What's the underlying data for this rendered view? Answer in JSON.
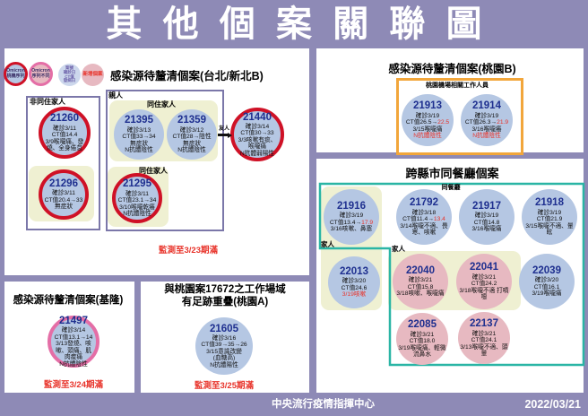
{
  "title": "其他個案關聯圖",
  "footer": {
    "org": "中央流行疫情指揮中心",
    "date": "2022/03/21"
  },
  "colors": {
    "purple": "#8e8ab6",
    "teal": "#2ab5a5",
    "orange": "#f2a63b",
    "red_border": "#cf1126",
    "pink_border": "#e46ea6",
    "blue_fill": "#b5c7e3",
    "pink_fill": "#e7b9c1",
    "yellow_bg": "#eff0d2",
    "number_navy": "#1e2f8f",
    "red_text": "#e8332a"
  },
  "legend": {
    "omicron_taoyuan": {
      "l1": "Omicron",
      "l2": "桃機序列"
    },
    "omicron_diff": {
      "l1": "Omicron",
      "l2": "序列不同"
    },
    "fields": {
      "l1": "案號",
      "l2": "確診日",
      "l3": "CT值",
      "l4": "發病日"
    },
    "new_case": "新增個案"
  },
  "sections": {
    "taipei": {
      "title": "感染源待釐清個案(台北/新北B)",
      "non_cohabit": "非同住家人",
      "kin": "親人",
      "cohabit1": "同住家人",
      "cohabit2": "同住家人",
      "friend": "友人",
      "monitor": "監測至3/23期滿"
    },
    "taoyuan_b": {
      "title": "感染源待釐清個案(桃園B)",
      "box": "桃園機場相關工作人員"
    },
    "restaurant": {
      "title": "跨縣市同餐廳個案",
      "same_restaurant": "同餐廳",
      "family_left": "家人",
      "family_right": "家人"
    },
    "keelung": {
      "title": "感染源待釐清個案(基隆)",
      "monitor": "監測至3/24期滿"
    },
    "taoyuan_a": {
      "title1": "與桃園案17672之工作場域",
      "title2": "有足跡重疊(桃園A)",
      "monitor": "監測至3/25期滿"
    }
  },
  "cases": {
    "c21260": {
      "id": "21260",
      "confirmed": "確診3/11",
      "ct": "CT值14.4",
      "symptom": "3/9喉嚨痛、發燒、全身倦怠"
    },
    "c21296": {
      "id": "21296",
      "confirmed": "確診3/11",
      "ct": "CT值20.4→33",
      "symptom": "無症狀"
    },
    "c21395": {
      "id": "21395",
      "confirmed": "確診3/13",
      "ct": "CT值33→34",
      "symptom": "無症狀",
      "antibody": "N抗體陰性"
    },
    "c21359": {
      "id": "21359",
      "confirmed": "確診3/12",
      "ct": "CT值28→陰性",
      "symptom": "無症狀",
      "antibody": "N抗體陰性"
    },
    "c21440": {
      "id": "21440",
      "confirmed": "確診3/14",
      "ct": "CT值30→33",
      "symptom": "3/3咳嗽有痰、喉嚨痛",
      "antibody": "N抗體弱陽性"
    },
    "c21295": {
      "id": "21295",
      "confirmed": "確診3/11",
      "ct": "CT值23.1→34",
      "symptom": "3/10喉嚨乾癢",
      "antibody": "N抗體陰性"
    },
    "c21913": {
      "id": "21913",
      "confirmed": "確診3/19",
      "ct": "CT值26.5→",
      "ct_red": "22.5",
      "symptom": "3/15喉嚨痛",
      "antibody_red": "N抗體陰性"
    },
    "c21914": {
      "id": "21914",
      "confirmed": "確診3/19",
      "ct": "CT值26.3→",
      "ct_red": "21.9",
      "symptom": "3/16喉嚨癢",
      "antibody_red": "N抗體陰性"
    },
    "c21916": {
      "id": "21916",
      "confirmed": "確診3/19",
      "ct": "CT值13.4→",
      "ct_red": "17.9",
      "symptom": "3/16咳嗽、鼻塞"
    },
    "c21792": {
      "id": "21792",
      "confirmed": "確診3/18",
      "ct": "CT值11.4→",
      "ct_red": "13.4",
      "symptom": "3/14喉嚨不適、畏寒、咳嗽"
    },
    "c21917": {
      "id": "21917",
      "confirmed": "確診3/19",
      "ct": "CT值14.8",
      "symptom": "3/16喉嚨痛"
    },
    "c21918": {
      "id": "21918",
      "confirmed": "確診3/19",
      "ct": "CT值21.9",
      "symptom": "3/15喉嚨不適、暈眩"
    },
    "c22013": {
      "id": "22013",
      "confirmed": "確診3/20",
      "ct": "CT值24.6",
      "symptom_red": "3/19咳嗽"
    },
    "c22040": {
      "id": "22040",
      "confirmed": "確診3/21",
      "ct": "CT值15.8",
      "symptom": "3/18咳嗽、喉嚨痛"
    },
    "c22041": {
      "id": "22041",
      "confirmed": "確診3/21",
      "ct": "CT值24.2",
      "symptom": "3/18喉嚨不適 打噴嚏"
    },
    "c22039": {
      "id": "22039",
      "confirmed": "確診3/20",
      "ct": "CT值16.1",
      "symptom": "3/19喉嚨痛"
    },
    "c22085": {
      "id": "22085",
      "confirmed": "確診3/21",
      "ct": "CT值18.0",
      "symptom": "3/19喉嚨痛、輕微流鼻水"
    },
    "c22137": {
      "id": "22137",
      "confirmed": "確診3/21",
      "ct": "CT值24.1",
      "symptom": "3/13喉嚨不適、頭暈"
    },
    "c21497": {
      "id": "21497",
      "confirmed": "確診3/14",
      "ct": "CT值13.1→14",
      "symptom": "3/13發燒、咳嗽、頭痛、肌肉痠痛",
      "antibody": "N抗體陰性"
    },
    "c21605": {
      "id": "21605",
      "confirmed": "確診3/16",
      "ct": "CT值39→35→26",
      "symptom": "3/15意識改變",
      "symptom2": "(血糖高)",
      "antibody": "N抗體陽性"
    }
  }
}
